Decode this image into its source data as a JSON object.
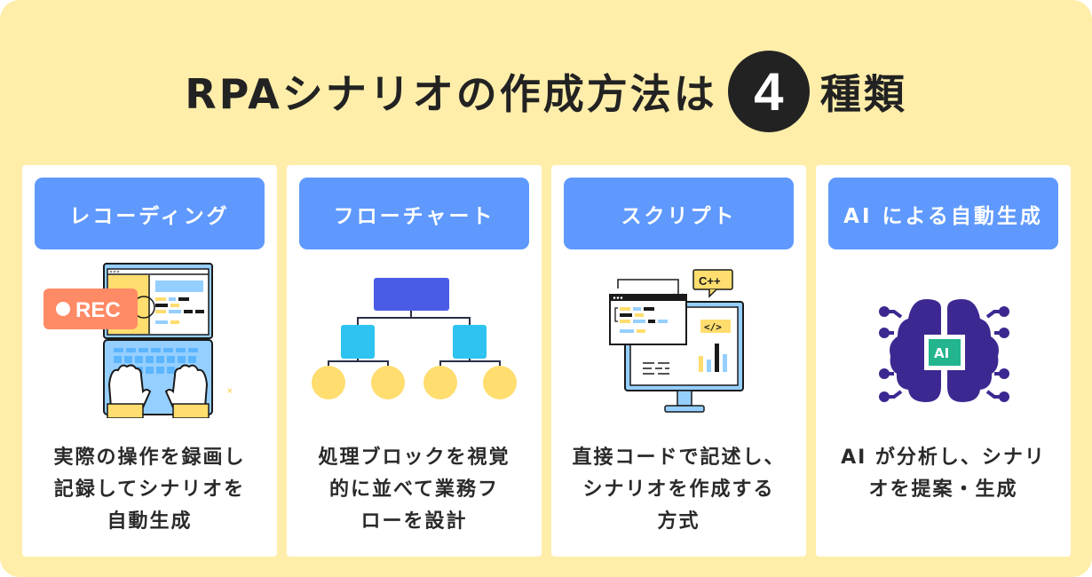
{
  "title": {
    "prefix": "RPAシナリオの作成方法は",
    "number": "4",
    "suffix": "種類"
  },
  "colors": {
    "background": "#ffeeaa",
    "card": "#ffffff",
    "pill": "#5f99fd",
    "title_text": "#222222",
    "rec_badge": "#ff8a66",
    "flow_top": "#4a5ce6",
    "flow_mid": "#2ec3f0",
    "flow_leaf": "#ffdd6e",
    "brain": "#3d2891",
    "ai_chip": "#22b58e"
  },
  "cards": [
    {
      "label": "レコーディング",
      "illustration": "laptop-recording-icon",
      "badge": "REC",
      "description_lines": [
        "実際の操作を録画し",
        "記録してシナリオを",
        "自動生成"
      ]
    },
    {
      "label": "フローチャート",
      "illustration": "flowchart-tree-icon",
      "description_lines": [
        "処理ブロックを視覚",
        "的に並べて業務フ",
        "ローを設計"
      ]
    },
    {
      "label": "スクリプト",
      "illustration": "code-monitor-icon",
      "badge": "C++",
      "code_tag": "</>",
      "description_lines": [
        "直接コードで記述し、",
        "シナリオを作成する",
        "方式"
      ]
    },
    {
      "label": "AI による自動生成",
      "illustration": "ai-brain-icon",
      "chip": "AI",
      "description_lines": [
        "AI が分析し、シナリ",
        "オを提案・生成"
      ]
    }
  ]
}
